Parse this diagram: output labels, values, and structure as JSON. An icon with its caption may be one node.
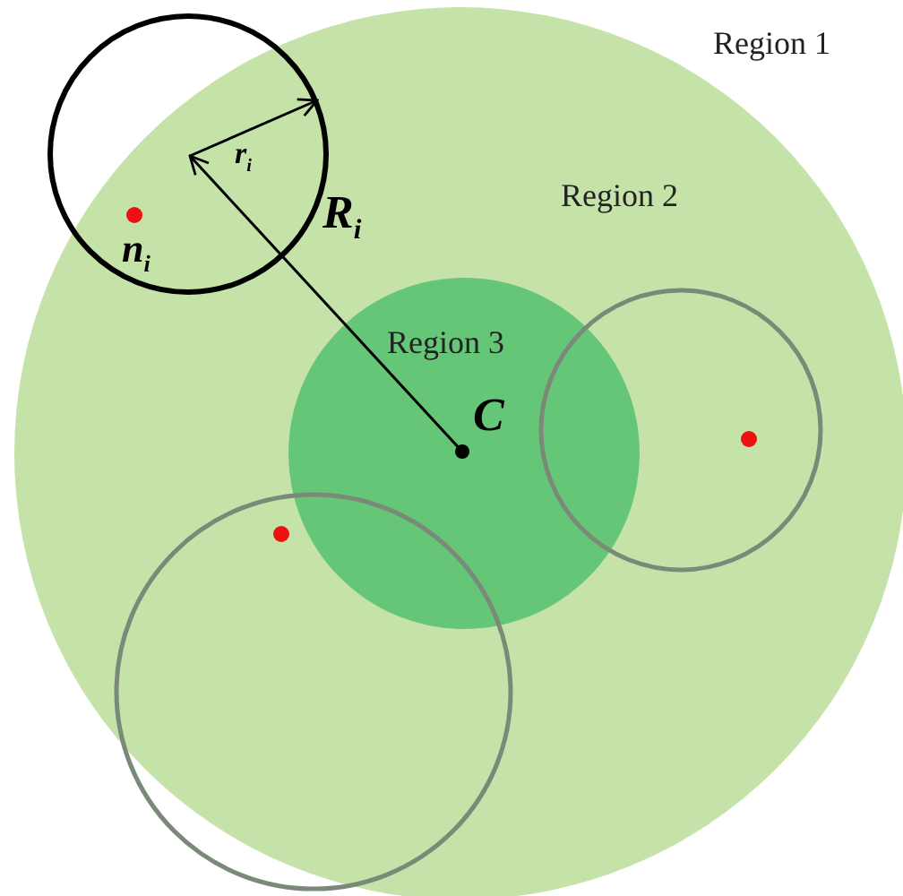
{
  "diagram": {
    "nodes": [
      {
        "text": [
          "Region 2"
        ]
      },
      {
        "text": [
          "Region 3"
        ],
        "in": 0
      }
    ],
    "labels": [
      "Region 1",
      "r$_{i}$",
      "n$_{i}$",
      "R$_{i}$",
      "C"
    ]
  }
}
